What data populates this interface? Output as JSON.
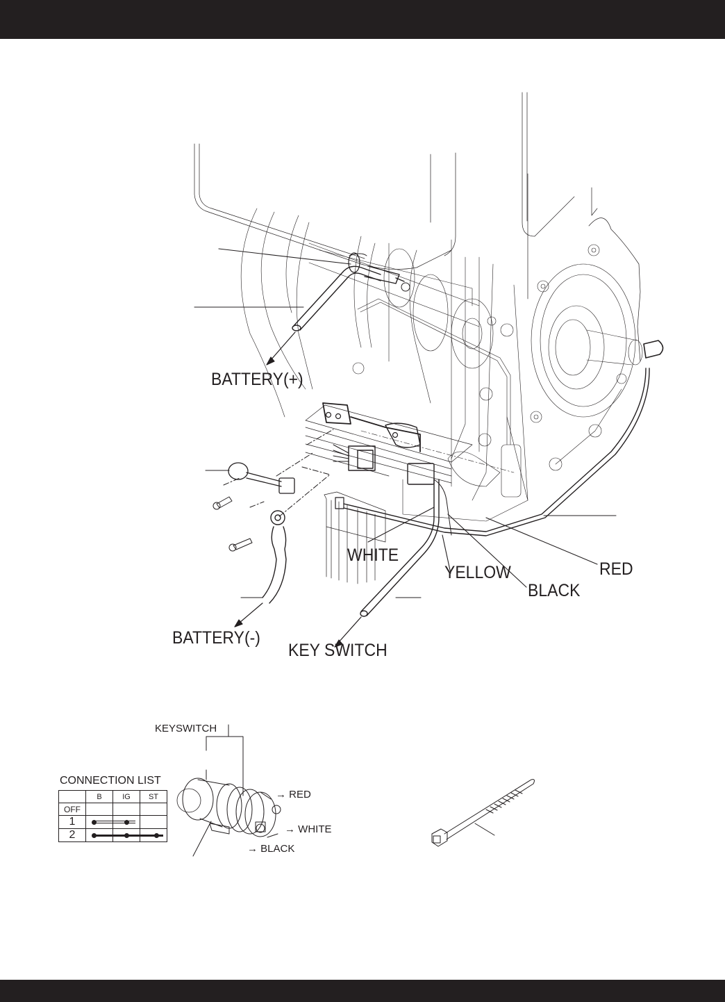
{
  "page": {
    "header_bar": "",
    "footer_bar": ""
  },
  "diagram": {
    "title": "",
    "labels": {
      "battery_plus": "BATTERY(+)",
      "battery_minus": "BATTERY(-)",
      "key_switch": "KEY SWITCH",
      "white": "WHITE",
      "yellow": "YELLOW",
      "black": "BLACK",
      "red": "RED"
    }
  },
  "keyswitch_detail": {
    "title": "KEYSWITCH",
    "terminals": [
      {
        "label": "→ RED"
      },
      {
        "label": "→ WHITE"
      },
      {
        "label": "→ BLACK"
      }
    ]
  },
  "connection_list": {
    "title": "CONNECTION LIST",
    "columns": [
      "",
      "B",
      "IG",
      "ST"
    ],
    "rows": [
      {
        "position": "OFF",
        "connected": []
      },
      {
        "position": "1",
        "connected": [
          "B",
          "IG"
        ]
      },
      {
        "position": "2",
        "connected": [
          "B",
          "IG",
          "ST"
        ]
      }
    ]
  },
  "cable_tie": {
    "label": ""
  },
  "colors": {
    "ink": "#231f20",
    "background": "#ffffff"
  }
}
